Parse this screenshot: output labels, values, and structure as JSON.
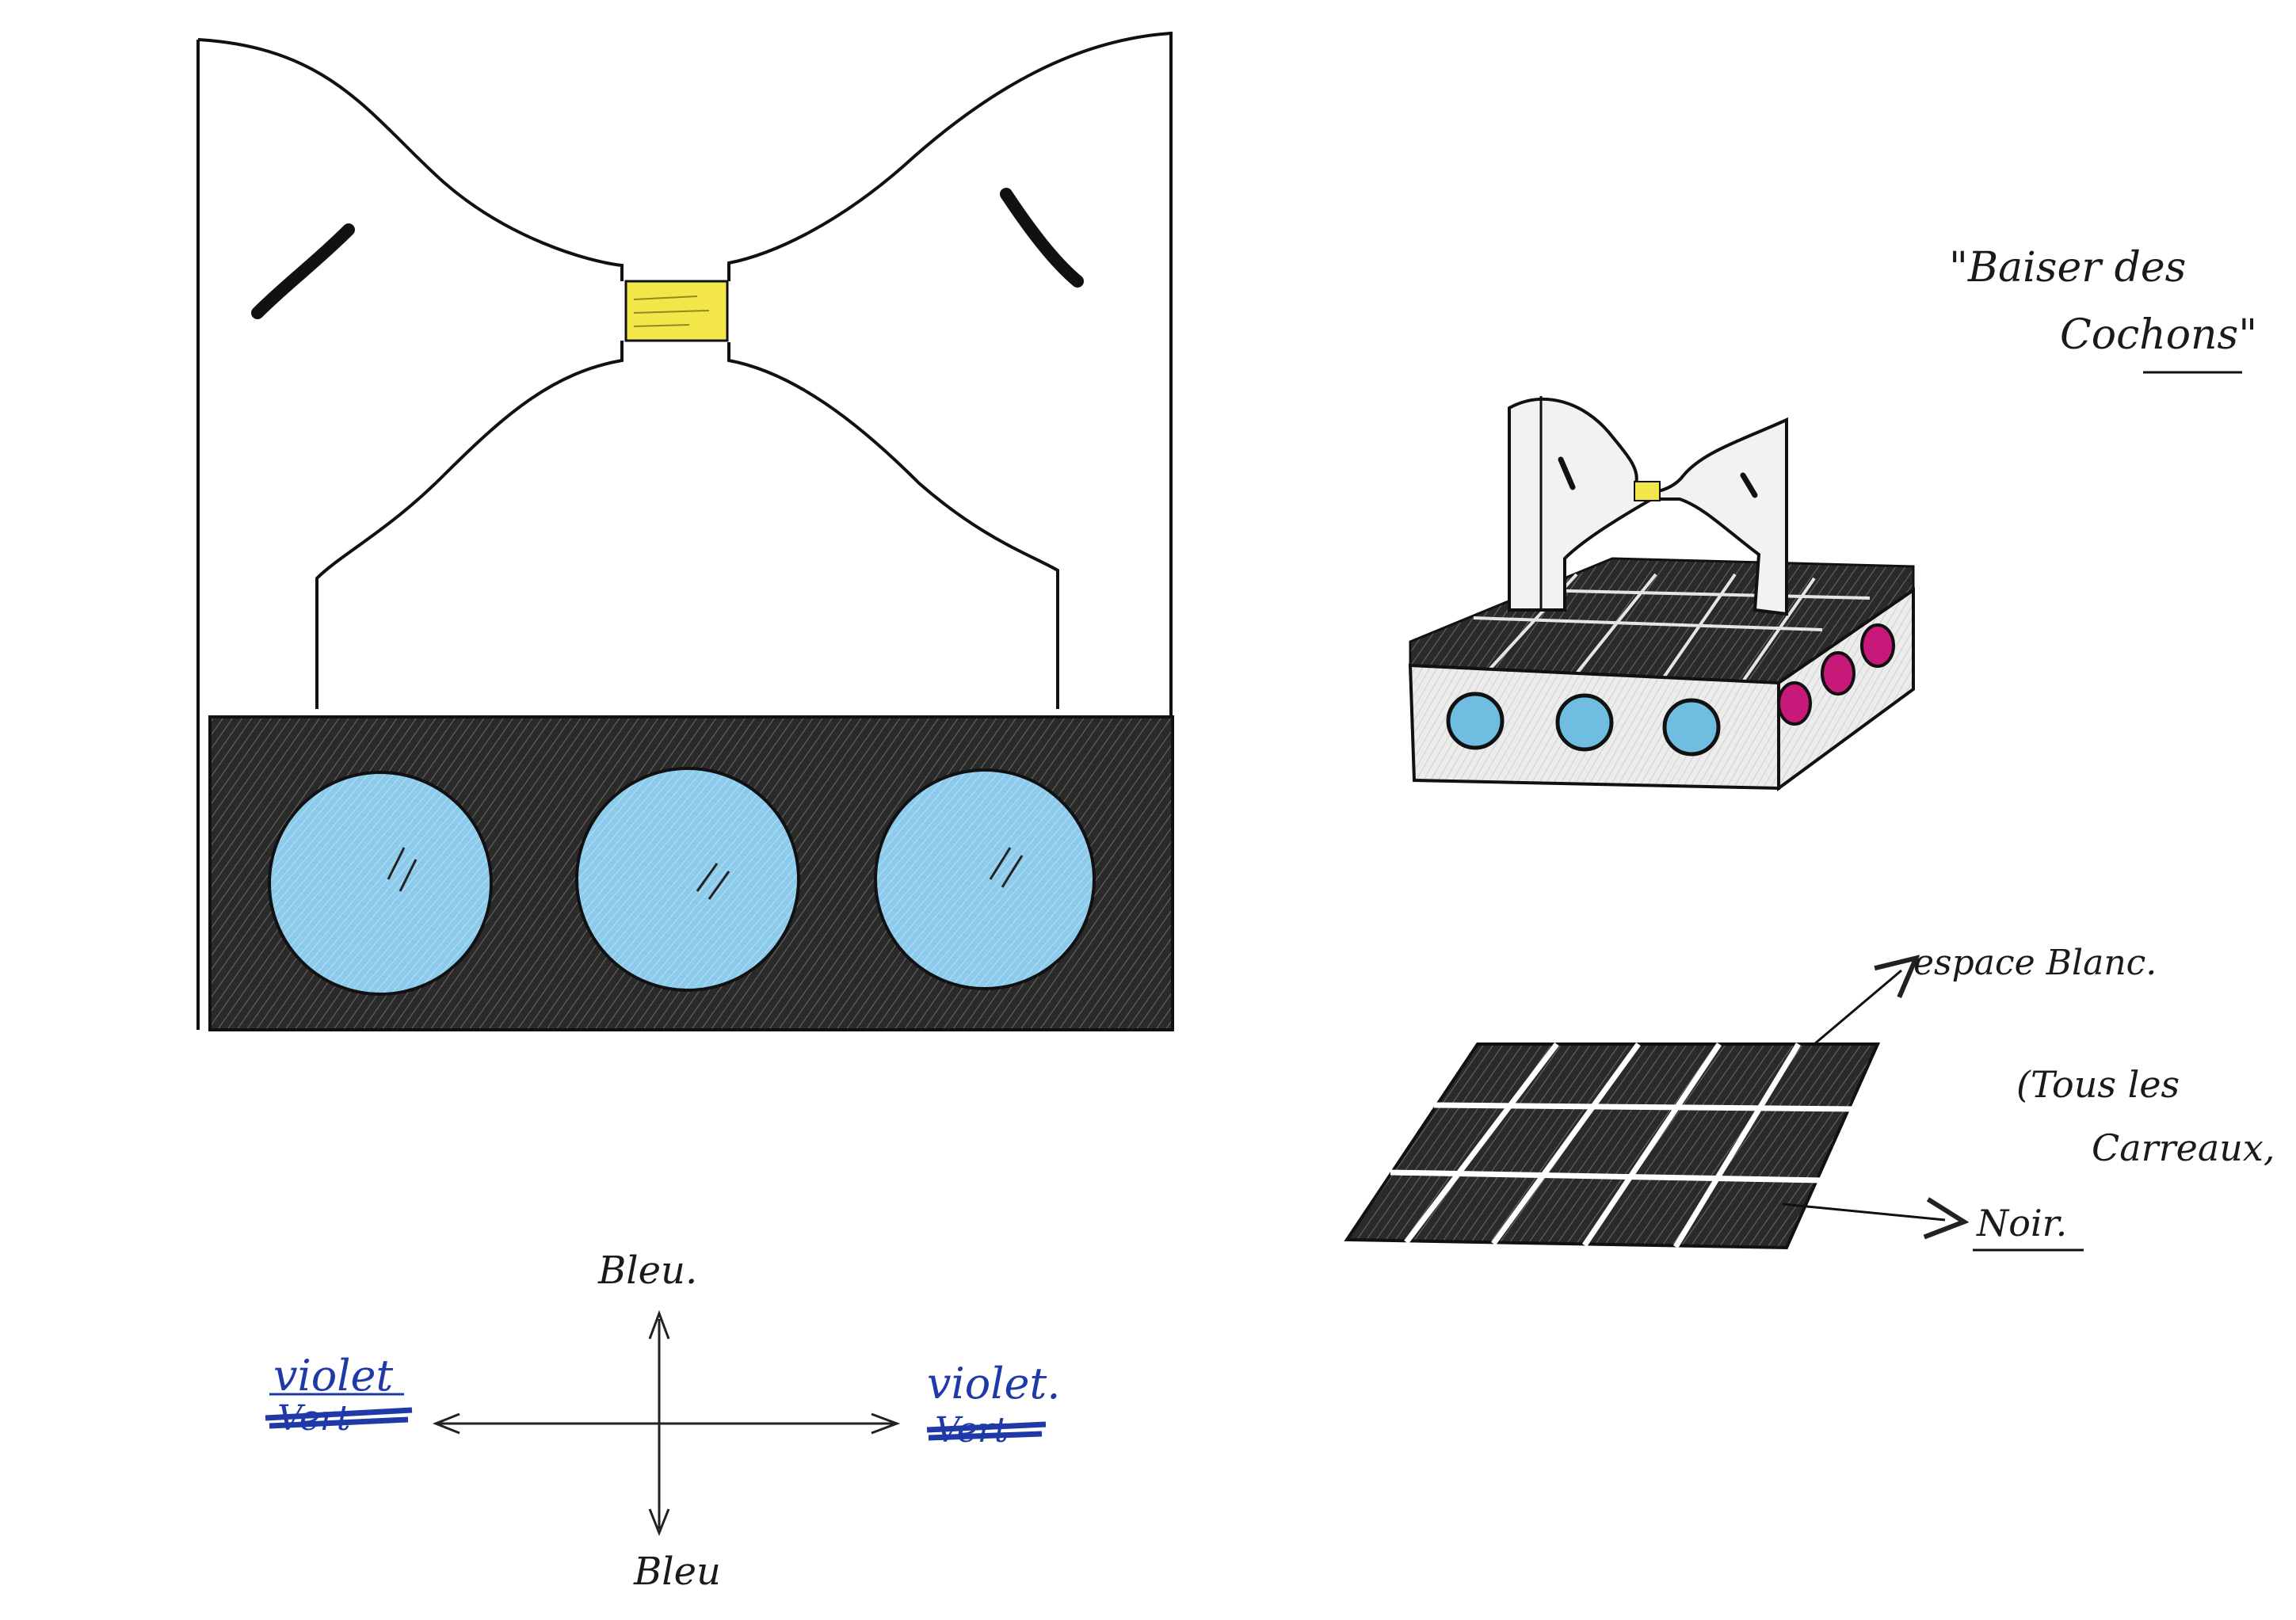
{
  "title": "\"Baiser des Cochons\"",
  "title_line1": "\"Baiser des",
  "title_line2": "Cochons\"",
  "annotations": {
    "espace_blanc": "espace Blanc.",
    "tous_les": "(Tous les",
    "carreaux": "Carreaux,",
    "noir": "Noir."
  },
  "diagram": {
    "top": "Bleu.",
    "bottom": "Bleu",
    "left": "violet",
    "left_struck": "Vert",
    "right": "violet.",
    "right_struck": "Vert"
  },
  "colors": {
    "ink": "#111111",
    "blue_lens": "#7fc6ea",
    "yellow": "#f2e64a",
    "magenta": "#c8197a",
    "pen_blue": "#1f3aa8"
  }
}
